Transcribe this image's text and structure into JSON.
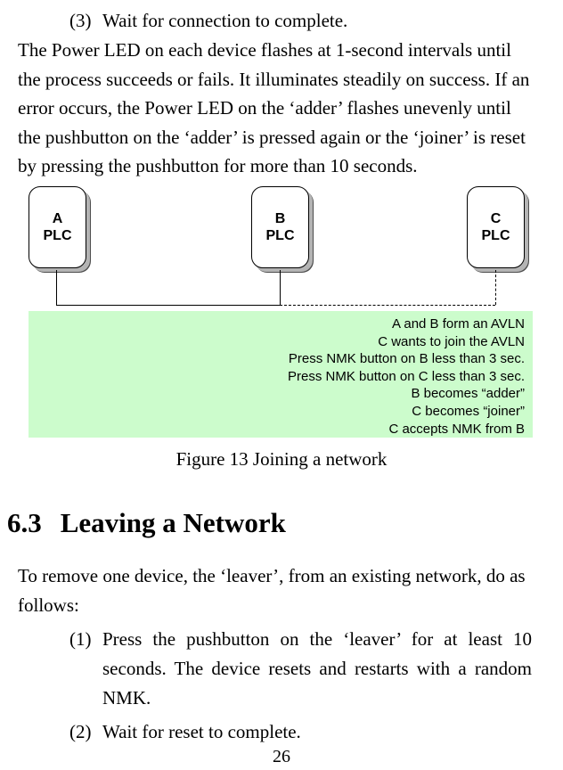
{
  "colors": {
    "annotation_bg": "#ccfccc"
  },
  "intro_item": {
    "marker": "(3)",
    "text": "Wait for connection to complete."
  },
  "paragraph1": {
    "lines": [
      "The Power LED on each device flashes at 1-second intervals until",
      "the process succeeds or fails. It illuminates steadily on success. If an",
      "error occurs, the Power LED on the ‘adder’ flashes unevenly until",
      "the pushbutton on the ‘adder’ is pressed again or the ‘joiner’ is reset",
      "by pressing the pushbutton for more than 10 seconds."
    ]
  },
  "diagram": {
    "nodes": [
      {
        "line1": "A",
        "line2": "PLC"
      },
      {
        "line1": "B",
        "line2": "PLC"
      },
      {
        "line1": "C",
        "line2": "PLC"
      }
    ],
    "annotation": {
      "lines": [
        "A and B form an AVLN",
        "C wants to join the AVLN",
        "Press NMK button on B less than 3 sec.",
        "Press NMK button on C less than 3 sec.",
        "B becomes “adder”",
        "C becomes “joiner”",
        "C accepts NMK from B"
      ]
    }
  },
  "figure": {
    "caption": "Figure 13 Joining a network"
  },
  "section": {
    "number": "6.3",
    "title": "Leaving a Network"
  },
  "paragraph2": {
    "lines": [
      "To remove one device, the ‘leaver’, from an existing network, do as",
      "follows:"
    ]
  },
  "steps": [
    {
      "marker": "(1)",
      "lines": [
        "Press the pushbutton on the ‘leaver’ for at least 10",
        "seconds. The device resets and restarts with a random",
        "NMK."
      ]
    },
    {
      "marker": "(2)",
      "lines": [
        "Wait for reset to complete."
      ]
    }
  ],
  "footer": {
    "page_number": "26"
  }
}
